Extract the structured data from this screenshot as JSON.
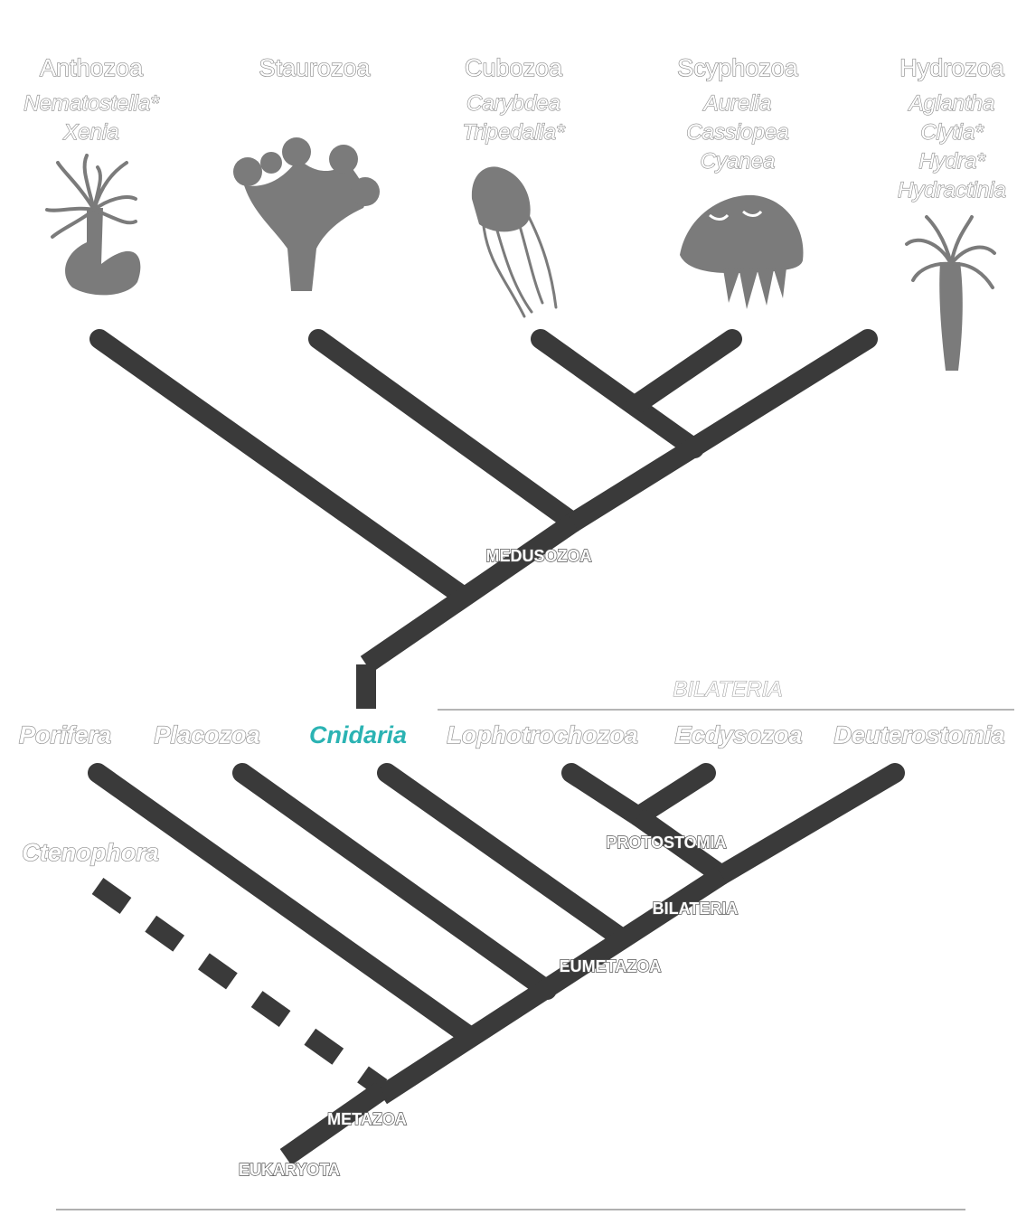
{
  "classes": [
    {
      "name": "Anthozoa",
      "genera": [
        "Nematostella*",
        "Xenia"
      ]
    },
    {
      "name": "Staurozoa",
      "genera": []
    },
    {
      "name": "Cubozoa",
      "genera": [
        "Carybdea",
        "Tripedalia*"
      ]
    },
    {
      "name": "Scyphozoa",
      "genera": [
        "Aurelia",
        "Cassiopea",
        "Cyanea"
      ]
    },
    {
      "name": "Hydrozoa",
      "genera": [
        "Aglantha",
        "Clytia*",
        "Hydra*",
        "Hydractinia"
      ]
    }
  ],
  "groups": {
    "porifera": "Porifera",
    "placozoa": "Placozoa",
    "cnidaria": "Cnidaria",
    "lophotrochozoa": "Lophotrochozoa",
    "ecdysozoa": "Ecdysozoa",
    "deuterostomia": "Deuterostomia",
    "ctenophora": "Ctenophora",
    "bilateria_heading": "BILATERIA"
  },
  "nodes": {
    "medusozoa": "MEDUSOZOA",
    "protostomia": "PROTOSTOMIA",
    "bilateria": "BILATERIA",
    "eumetazoa": "EUMETAZOA",
    "metazoa": "METAZOA",
    "eukaryota": "EUKARYOTA"
  },
  "colors": {
    "highlight": "#2bb3b3",
    "branch": "#3a3a3a",
    "silhouette": "#7b7b7b"
  },
  "icons": [
    "sea-anemone-icon",
    "stalked-jellyfish-icon",
    "box-jellyfish-icon",
    "moon-jellyfish-icon",
    "hydra-icon"
  ]
}
